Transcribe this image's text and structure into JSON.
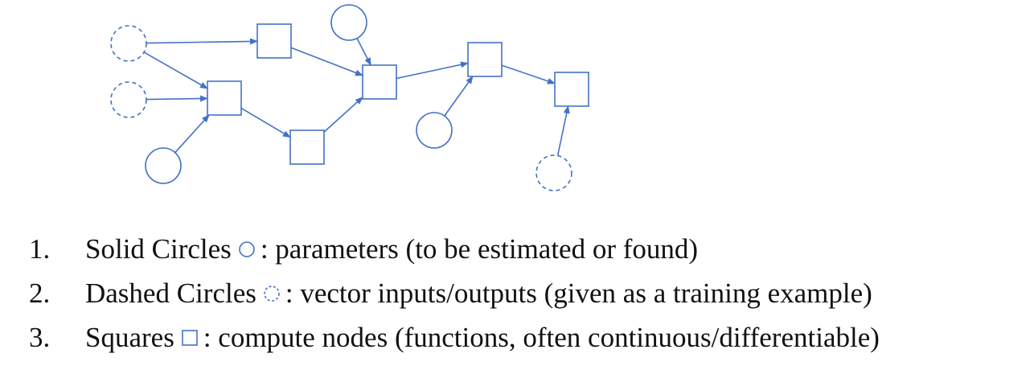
{
  "diagram": {
    "node_stroke": "#4472c4",
    "edge_stroke": "#4472c4",
    "nodes": [
      {
        "id": "in1",
        "kind": "dashed-circle"
      },
      {
        "id": "in2",
        "kind": "dashed-circle"
      },
      {
        "id": "p1",
        "kind": "solid-circle"
      },
      {
        "id": "p2",
        "kind": "solid-circle"
      },
      {
        "id": "p3",
        "kind": "solid-circle"
      },
      {
        "id": "out1",
        "kind": "dashed-circle"
      },
      {
        "id": "sq1",
        "kind": "square"
      },
      {
        "id": "sq2",
        "kind": "square"
      },
      {
        "id": "sq3",
        "kind": "square"
      },
      {
        "id": "sq4",
        "kind": "square"
      },
      {
        "id": "sq5",
        "kind": "square"
      },
      {
        "id": "sq6",
        "kind": "square"
      }
    ],
    "edges": [
      [
        "in1",
        "sq1"
      ],
      [
        "in1",
        "sq2"
      ],
      [
        "in2",
        "sq2"
      ],
      [
        "p1",
        "sq2"
      ],
      [
        "sq1",
        "sq4"
      ],
      [
        "sq2",
        "sq3"
      ],
      [
        "sq3",
        "sq4"
      ],
      [
        "p2",
        "sq4"
      ],
      [
        "sq4",
        "sq5"
      ],
      [
        "p3",
        "sq5"
      ],
      [
        "sq5",
        "sq6"
      ],
      [
        "out1",
        "sq6"
      ]
    ]
  },
  "legend": [
    {
      "number": "1.",
      "label": "Solid Circles",
      "symbol": "solid-circle-icon",
      "description": ": parameters (to be estimated or found)"
    },
    {
      "number": "2.",
      "label": "Dashed Circles",
      "symbol": "dashed-circle-icon",
      "description": ": vector inputs/outputs (given as a training example)"
    },
    {
      "number": "3.",
      "label": "Squares",
      "symbol": "square-icon",
      "description": ": compute nodes (functions, often continuous/differentiable)"
    }
  ]
}
